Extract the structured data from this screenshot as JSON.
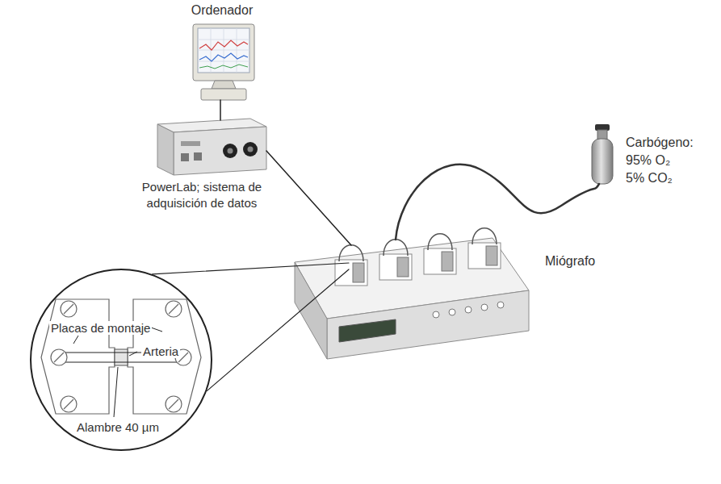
{
  "diagram": {
    "nodes": [
      {
        "text": [
          "Ordenador"
        ]
      },
      {
        "text": [
          "PowerLab; sistema de adquisición de datos"
        ]
      },
      {
        "text": [
          "Miógrafo"
        ]
      },
      {
        "text": [
          "Carbógeno:",
          "95% O₂",
          "5% CO₂"
        ]
      },
      {
        "text": [
          "Placas de montaje",
          "Arteria",
          "Alambre 40 µm"
        ]
      }
    ],
    "edges": [
      {
        "from": 0,
        "to": 1,
        "arrow": "none"
      },
      {
        "from": 1,
        "to": 2,
        "arrow": "none"
      },
      {
        "from": 2,
        "to": 3,
        "arrow": "none"
      },
      {
        "from": 4,
        "to": 2,
        "arrow": "none"
      },
      {
        "from": 4,
        "to": 2,
        "arrow": "none"
      }
    ]
  }
}
